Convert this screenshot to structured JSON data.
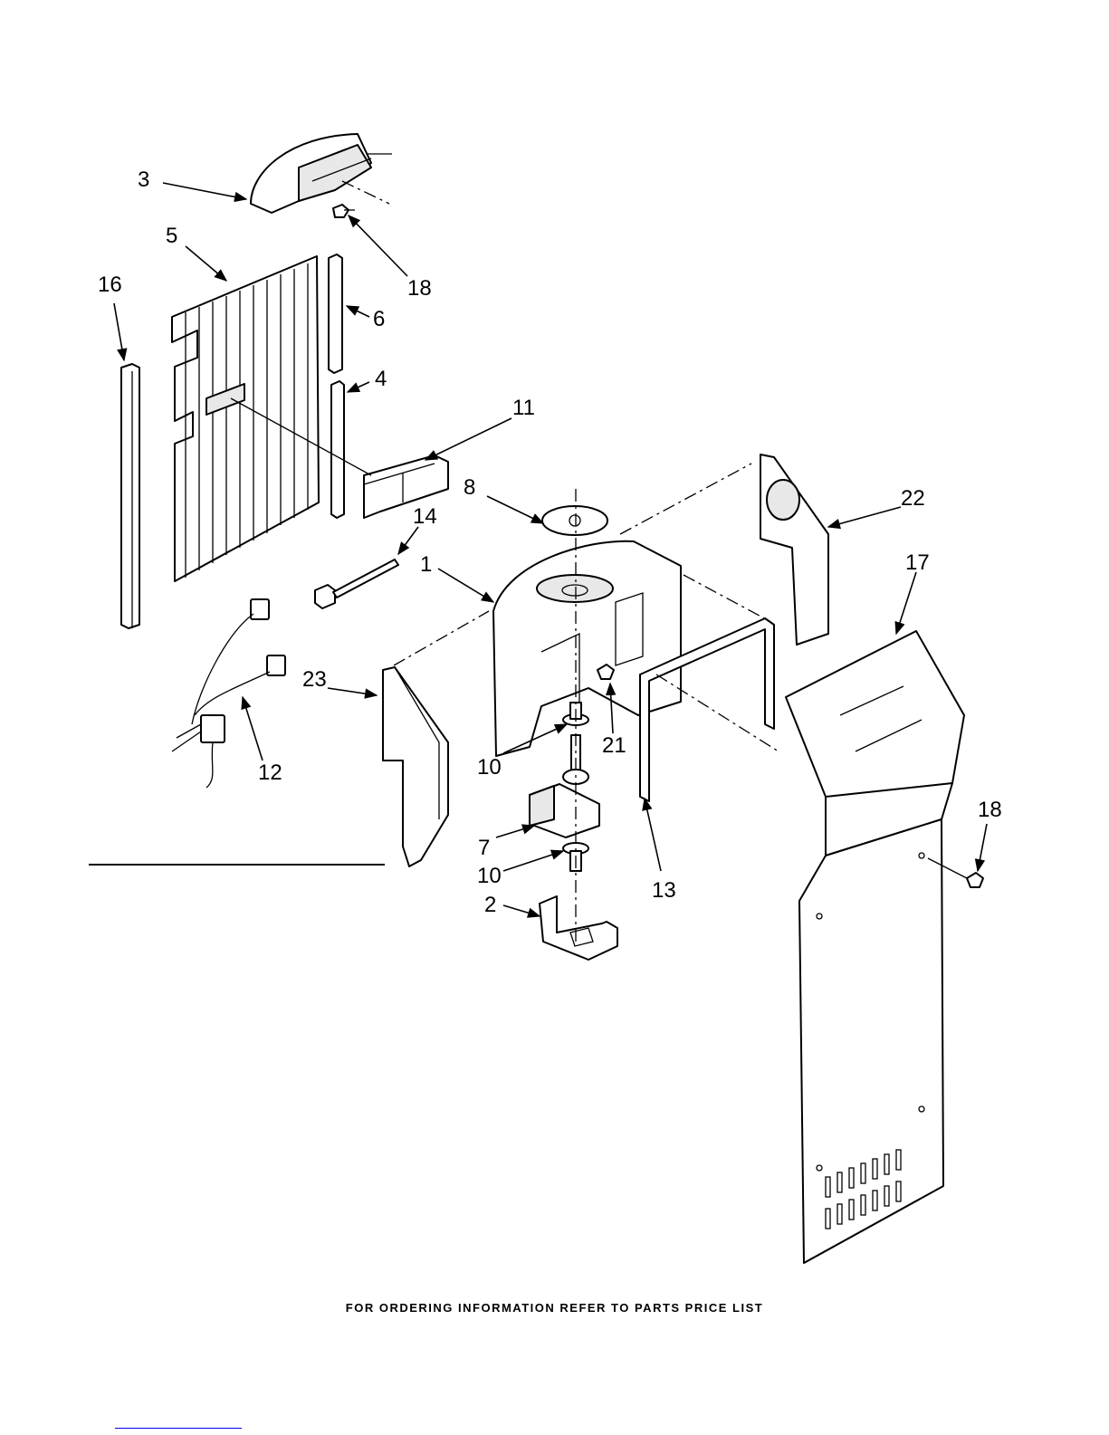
{
  "footer": {
    "text": "FOR ORDERING INFORMATION REFER TO PARTS PRICE LIST"
  },
  "callouts": [
    {
      "id": "c3",
      "text": "3"
    },
    {
      "id": "c5",
      "text": "5"
    },
    {
      "id": "c16",
      "text": "16"
    },
    {
      "id": "c18a",
      "text": "18"
    },
    {
      "id": "c6",
      "text": "6"
    },
    {
      "id": "c4",
      "text": "4"
    },
    {
      "id": "c11",
      "text": "11"
    },
    {
      "id": "c8",
      "text": "8"
    },
    {
      "id": "c14",
      "text": "14"
    },
    {
      "id": "c1",
      "text": "1"
    },
    {
      "id": "c22",
      "text": "22"
    },
    {
      "id": "c17",
      "text": "17"
    },
    {
      "id": "c23",
      "text": "23"
    },
    {
      "id": "c12",
      "text": "12"
    },
    {
      "id": "c21",
      "text": "21"
    },
    {
      "id": "c10a",
      "text": "10"
    },
    {
      "id": "c7",
      "text": "7"
    },
    {
      "id": "c10b",
      "text": "10"
    },
    {
      "id": "c2",
      "text": "2"
    },
    {
      "id": "c13",
      "text": "13"
    },
    {
      "id": "c18b",
      "text": "18"
    }
  ]
}
